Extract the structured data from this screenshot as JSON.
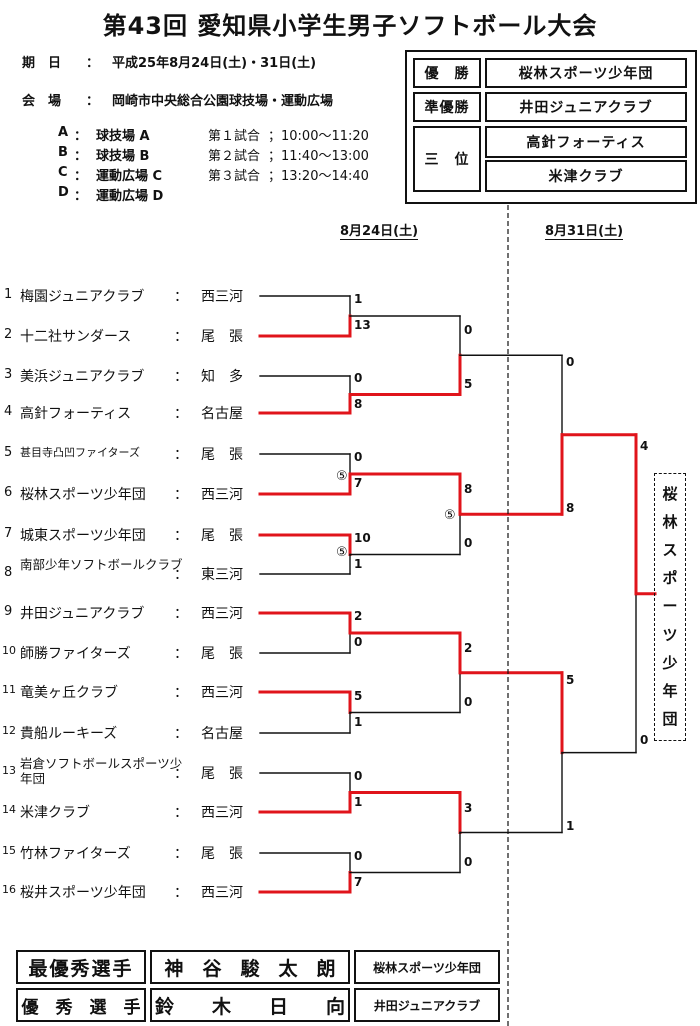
{
  "title": "第43回 愛知県小学生男子ソフトボール大会",
  "schedule": {
    "date_label": "期　日",
    "date_value": "平成25年8月24日(土)・31日(土)",
    "venue_label": "会　場",
    "venue_value": "岡崎市中央総合公園球技場・運動広場",
    "courts": [
      {
        "letter": "A",
        "name": "球技場 A"
      },
      {
        "letter": "B",
        "name": "球技場 B"
      },
      {
        "letter": "C",
        "name": "運動広場 C"
      },
      {
        "letter": "D",
        "name": "運動広場 D"
      }
    ],
    "games": [
      {
        "label": "第１試合",
        "time": "；10:00～11:20"
      },
      {
        "label": "第２試合",
        "time": "；11:40～13:00"
      },
      {
        "label": "第３試合",
        "time": "；13:20～14:40"
      }
    ]
  },
  "results": {
    "winner_label": "優　勝",
    "winner": "桜林スポーツ少年団",
    "runnerup_label": "準優勝",
    "runnerup": "井田ジュニアクラブ",
    "third_label": "三　位",
    "third": [
      "高針フォーティス",
      "米津クラブ"
    ]
  },
  "dates": {
    "day1": "8月24日(土)",
    "day2": "8月31日(土)"
  },
  "teams": [
    {
      "no": "1",
      "name": "梅園ジュニアクラブ",
      "region": "西三河"
    },
    {
      "no": "2",
      "name": "十二社サンダース",
      "region": "尾　張"
    },
    {
      "no": "3",
      "name": "美浜ジュニアクラブ",
      "region": "知　多"
    },
    {
      "no": "4",
      "name": "高針フォーティス",
      "region": "名古屋"
    },
    {
      "no": "5",
      "name": "甚目寺凸凹ファイターズ",
      "region": "尾　張"
    },
    {
      "no": "6",
      "name": "桜林スポーツ少年団",
      "region": "西三河"
    },
    {
      "no": "7",
      "name": "城東スポーツ少年団",
      "region": "尾　張"
    },
    {
      "no": "8",
      "name": "南部少年ソフトボールクラブ",
      "region": "東三河"
    },
    {
      "no": "9",
      "name": "井田ジュニアクラブ",
      "region": "西三河"
    },
    {
      "no": "10",
      "name": "師勝ファイターズ",
      "region": "尾　張"
    },
    {
      "no": "11",
      "name": "竜美ヶ丘クラブ",
      "region": "西三河"
    },
    {
      "no": "12",
      "name": "貴船ルーキーズ",
      "region": "名古屋"
    },
    {
      "no": "13",
      "name": "岩倉ソフトボールスポーツ少年団",
      "region": "尾　張"
    },
    {
      "no": "14",
      "name": "米津クラブ",
      "region": "西三河"
    },
    {
      "no": "15",
      "name": "竹林ファイターズ",
      "region": "尾　張"
    },
    {
      "no": "16",
      "name": "桜井スポーツ少年団",
      "region": "西三河"
    }
  ],
  "round1_scores": [
    [
      "1",
      "13"
    ],
    [
      "0",
      "8"
    ],
    [
      "0",
      "7"
    ],
    [
      "10",
      "1"
    ],
    [
      "2",
      "0"
    ],
    [
      "5",
      "1"
    ],
    [
      "0",
      "1"
    ],
    [
      "0",
      "7"
    ]
  ],
  "round2_scores": [
    [
      "0",
      "5"
    ],
    [
      "8",
      "0"
    ],
    [
      "2",
      "0"
    ],
    [
      "3",
      "0"
    ]
  ],
  "semi_scores": [
    [
      "0",
      "8"
    ],
    [
      "5",
      "1"
    ]
  ],
  "final_scores": [
    "4",
    "0"
  ],
  "extra_inning_mark": "⑤",
  "champion_vertical": [
    "桜",
    "林",
    "ス",
    "ポ",
    "ー",
    "ツ",
    "少",
    "年",
    "団"
  ],
  "awards": {
    "mvp_label": "最優秀選手",
    "mvp_name": "神　谷　駿　太　朗",
    "mvp_team": "桜林スポーツ少年団",
    "excellent_label": "優　秀　選　手",
    "excellent_name": "鈴　　木　　日　　向",
    "excellent_team": "井田ジュニアクラブ"
  },
  "colors": {
    "winner_line": "#e0141b",
    "line": "#111111"
  }
}
